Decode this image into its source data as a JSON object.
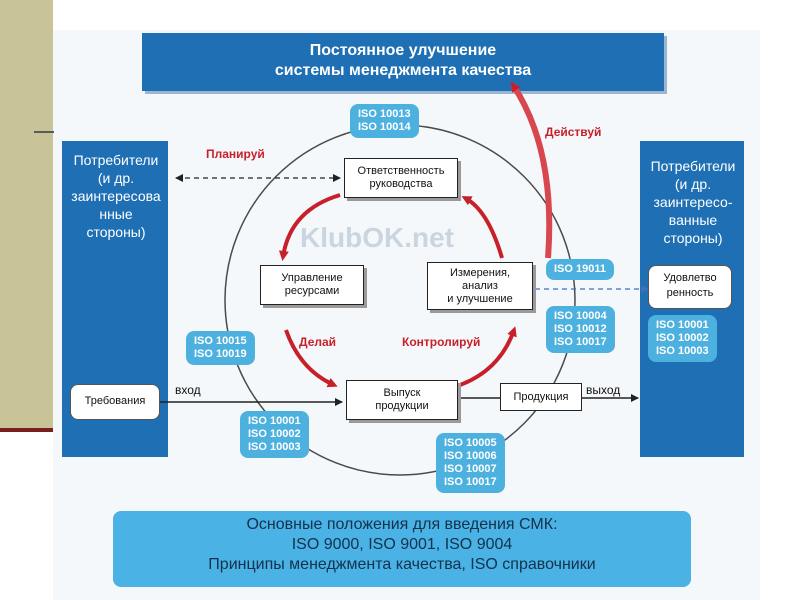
{
  "header": {
    "line1": "Постоянное улучшение",
    "line2": "системы менеджмента качества"
  },
  "left_panel": {
    "text": "Потребители\n(и др.\nзаинтересова\nнные\nстороны)"
  },
  "right_panel": {
    "text": "Потребители\n(и др.\nзаинтересо-\nванные\nстороны)"
  },
  "requirements_box": "Требования",
  "satisfaction_box": "Удовлетво\nренность",
  "processes": {
    "responsibility": "Ответственность\nруководства",
    "resources": "Управление\nресурсами",
    "measurement": "Измерения,\nанализ\nи улучшение",
    "production": "Выпуск\nпродукции",
    "product": "Продукция"
  },
  "phases": {
    "plan": "Планируй",
    "do": "Делай",
    "check": "Контролируй",
    "act": "Действуй"
  },
  "flow_labels": {
    "input": "вход",
    "output": "выход"
  },
  "watermark": "KlubOK.net",
  "standards": {
    "top": "ISO 10013\nISO 10014",
    "left": "ISO 10015\nISO 10019",
    "right_single": "ISO 19011",
    "right_group": "ISO 10004\nISO 10012\nISO 10017",
    "right_panel": "ISO 10001\nISO 10002\nISO 10003",
    "bottom_left": "ISO 10001\nISO 10002\nISO 10003",
    "bottom_center": "ISO 10005\nISO 10006\nISO 10007\nISO 10017"
  },
  "footer": {
    "line1": "Основные положения для введения СМК:",
    "line2": "ISO 9000, ISO 9001, ISO 9004",
    "line3": "Принципы менеджмента качества, ISO справочники"
  },
  "colors": {
    "primary_blue": "#1e6fb3",
    "light_blue": "#4db1e0",
    "phase_red": "#c8202a",
    "slide_khaki": "#c9c497",
    "slide_maroon": "#7a1f1f"
  }
}
